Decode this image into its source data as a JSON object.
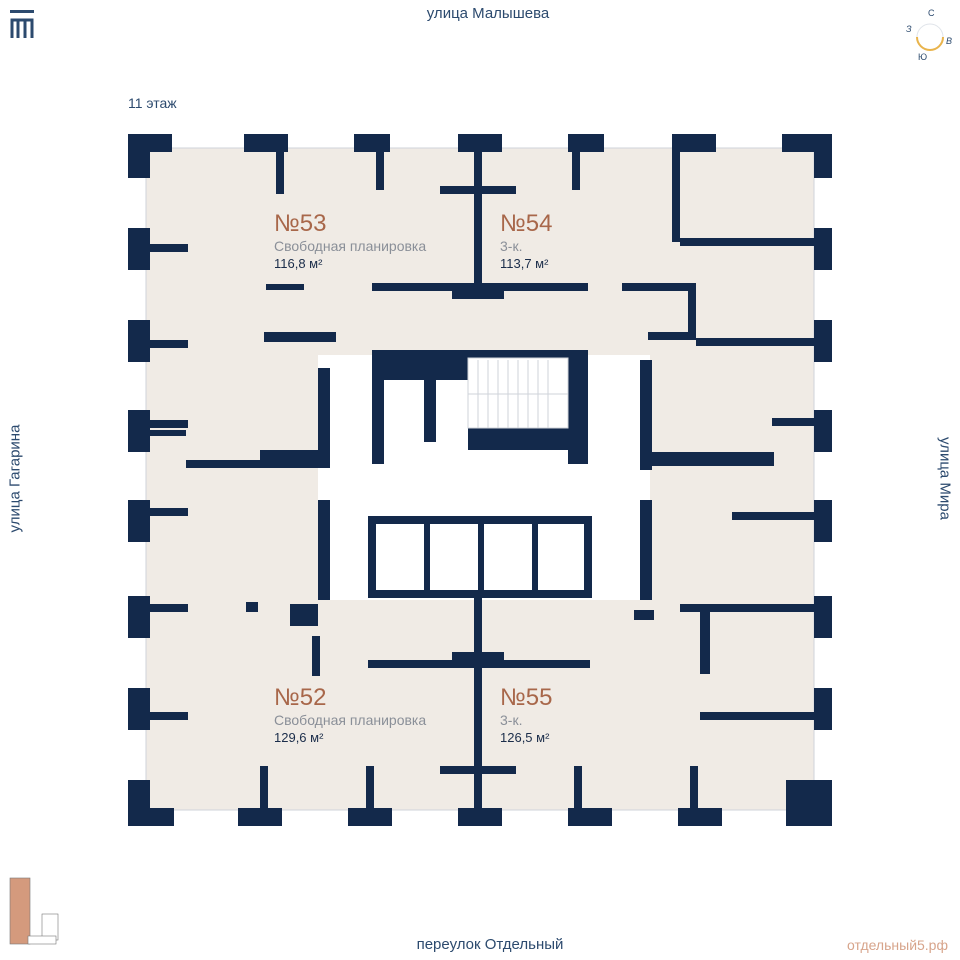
{
  "streets": {
    "north": "улица Малышева",
    "south": "переулок Отдельный",
    "west": "улица Гагарина",
    "east": "улица Мира"
  },
  "floor_label": "11 этаж",
  "compass": {
    "n": "С",
    "e": "В",
    "s": "Ю",
    "w": "З"
  },
  "site": "отдельный5.рф",
  "colors": {
    "wall": "#13294b",
    "room": "#f0ebe5",
    "accent": "#a8674a",
    "compass": "#e9b44c"
  },
  "apartments": [
    {
      "number": "№53",
      "type": "Свободная планировка",
      "area": "116,8 м²"
    },
    {
      "number": "№54",
      "type": "3-к.",
      "area": "113,7 м²"
    },
    {
      "number": "№52",
      "type": "Свободная планировка",
      "area": "129,6 м²"
    },
    {
      "number": "№55",
      "type": "3-к.",
      "area": "126,5 м²"
    }
  ]
}
